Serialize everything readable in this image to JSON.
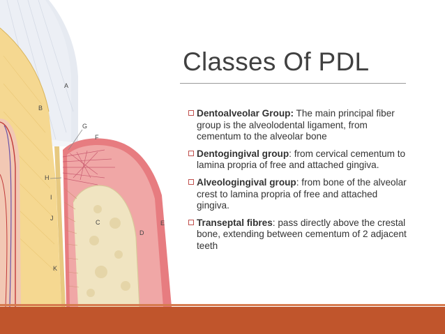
{
  "slide": {
    "title": "Classes Of PDL",
    "bullets": [
      {
        "term": "Dentoalveolar Group:",
        "text": " The main principal fiber group is the alveolodental ligament, from cementum to the alveolar bone"
      },
      {
        "term": "Dentogingival group",
        "text": ": from cervical cementum to lamina propria of free and attached gingiva."
      },
      {
        "term": "Alveologingival group",
        "text": ": from bone of the alveolar crest to lamina propria of free and attached gingiva."
      },
      {
        "term": "Transeptal fibres",
        "text": ": pass directly above the crestal bone, extending between cementum of 2 adjacent teeth"
      }
    ],
    "diagram_labels": {
      "a": "A",
      "b": "B",
      "c": "C",
      "d": "D",
      "e": "E",
      "f": "F",
      "g": "G",
      "h": "H",
      "i": "I",
      "j": "J",
      "k": "K"
    }
  },
  "colors": {
    "footer": "#c0552c",
    "bullet_box": "#c0504d",
    "title": "#404040",
    "gingiva": "#e0727a",
    "bone": "#efe4c2",
    "dentin": "#f4d894",
    "enamel": "#e4e8ef"
  }
}
